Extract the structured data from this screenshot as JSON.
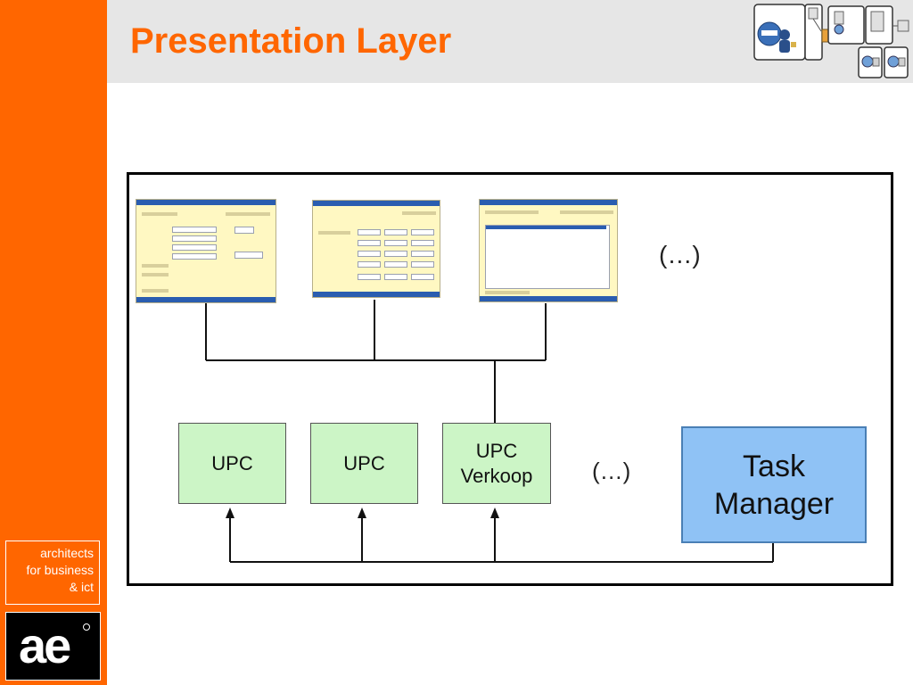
{
  "header": {
    "title": "Presentation Layer"
  },
  "sidebar": {
    "tagline": [
      "architects",
      "for business",
      "& ict"
    ],
    "logo": "ae"
  },
  "diagram": {
    "screens_ellipsis": "(…)",
    "upc_ellipsis": "(…)",
    "upc_boxes": [
      {
        "line1": "UPC",
        "line2": ""
      },
      {
        "line1": "UPC",
        "line2": ""
      },
      {
        "line1": "UPC",
        "line2": "Verkoop"
      }
    ],
    "task_manager": {
      "line1": "Task",
      "line2": "Manager"
    }
  },
  "colors": {
    "brand_orange": "#ff6600",
    "upc_fill": "#ccf5c6",
    "task_manager_fill": "#8fc2f5",
    "screen_fill": "#fff8c2",
    "screen_bar": "#2a5db0"
  }
}
